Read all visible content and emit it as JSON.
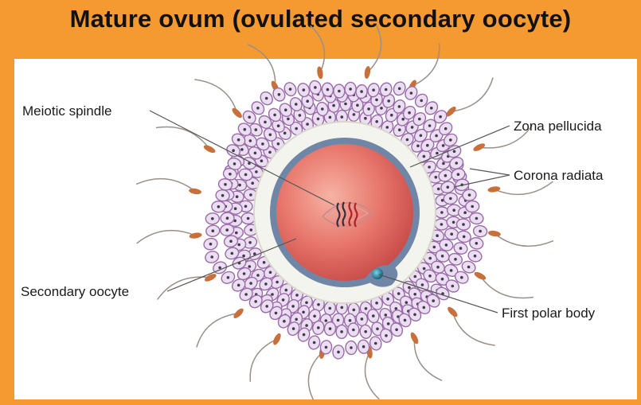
{
  "title": "Mature ovum (ovulated secondary oocyte)",
  "labels": {
    "meiotic_spindle": "Meiotic spindle",
    "zona_pellucida": "Zona pellucida",
    "corona_radiata": "Corona radiata",
    "secondary_oocyte": "Secondary oocyte",
    "first_polar_body": "First polar body"
  },
  "colors": {
    "header": "#f59a30",
    "corona_cell": "#e9dff0",
    "corona_cell_border": "#9b6aa8",
    "zona": "#f3f3ef",
    "membrane": "#6f86a6",
    "cytoplasm": "#e8776c",
    "sperm": "#c8703c"
  }
}
